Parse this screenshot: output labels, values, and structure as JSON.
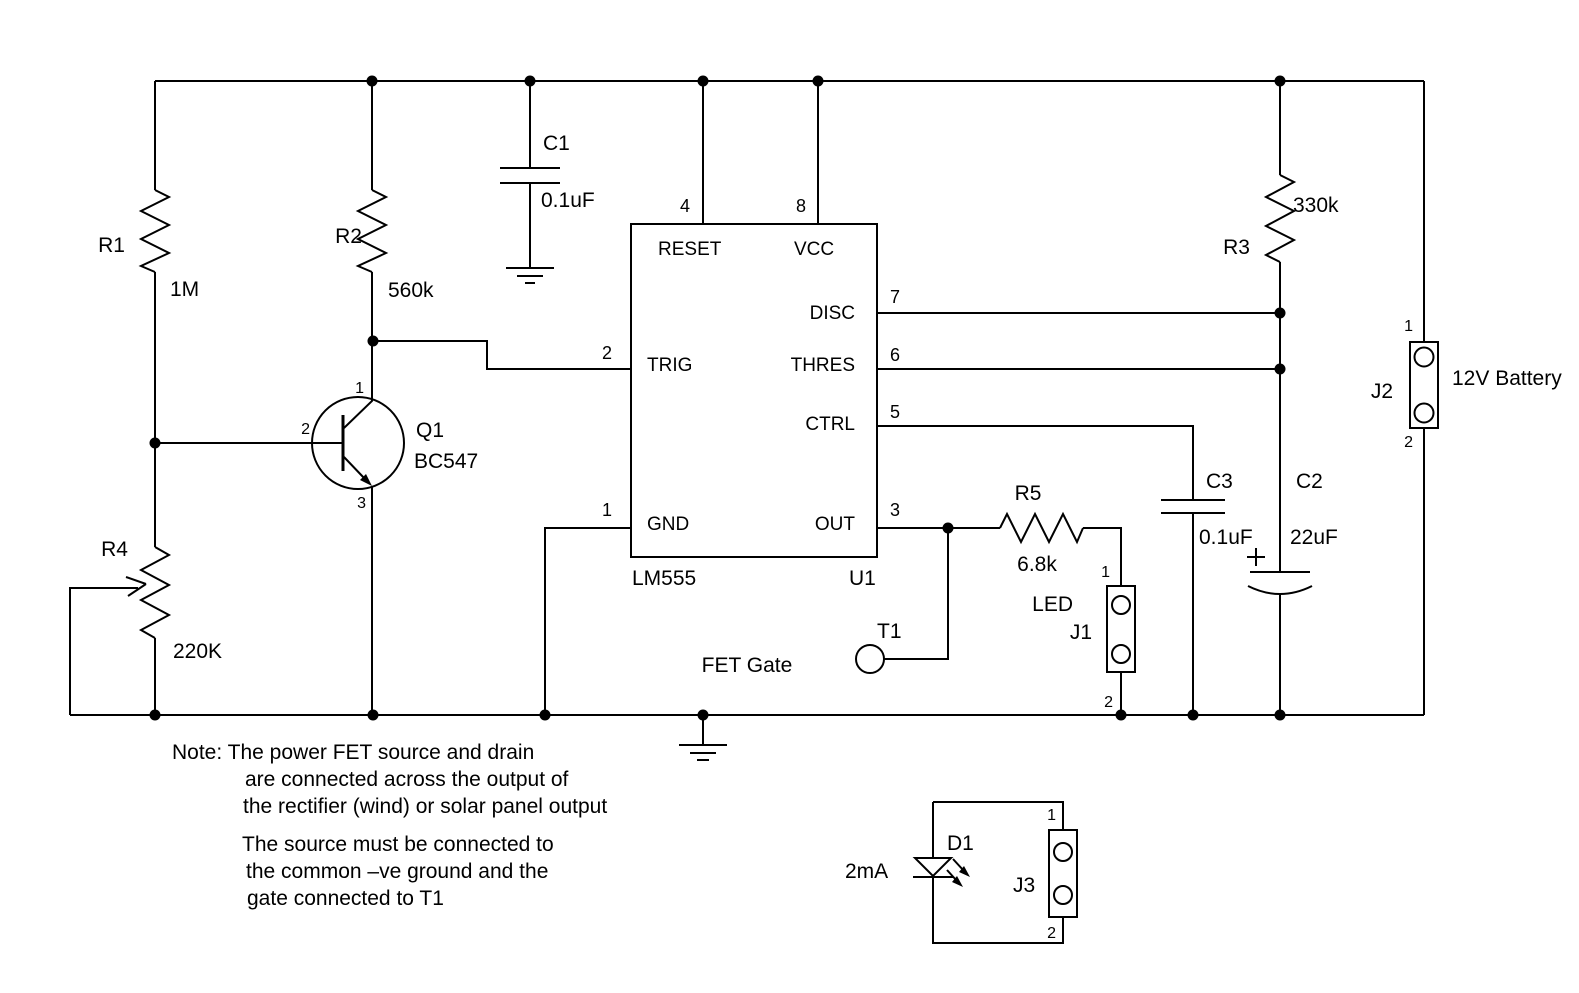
{
  "background": "#ffffff",
  "line_color": "#000000",
  "components": {
    "r1": {
      "ref": "R1",
      "value": "1M"
    },
    "r2": {
      "ref": "R2",
      "value": "560k"
    },
    "r3": {
      "ref": "R3",
      "value": "330k"
    },
    "r4": {
      "ref": "R4",
      "value": "220K"
    },
    "r5": {
      "ref": "R5",
      "value": "6.8k"
    },
    "c1": {
      "ref": "C1",
      "value": "0.1uF"
    },
    "c2": {
      "ref": "C2",
      "value": "22uF"
    },
    "c3": {
      "ref": "C3",
      "value": "0.1uF"
    },
    "q1": {
      "ref": "Q1",
      "part": "BC547",
      "pin1": "1",
      "pin2": "2",
      "pin3": "3"
    },
    "u1": {
      "ref": "U1",
      "part": "LM555",
      "pins": {
        "reset": {
          "num": "4",
          "name": "RESET"
        },
        "vcc": {
          "num": "8",
          "name": "VCC"
        },
        "disc": {
          "num": "7",
          "name": "DISC"
        },
        "thres": {
          "num": "6",
          "name": "THRES"
        },
        "ctrl": {
          "num": "5",
          "name": "CTRL"
        },
        "out": {
          "num": "3",
          "name": "OUT"
        },
        "trig": {
          "num": "2",
          "name": "TRIG"
        },
        "gnd": {
          "num": "1",
          "name": "GND"
        }
      }
    },
    "t1": {
      "ref": "T1",
      "caption": "FET Gate"
    },
    "j1": {
      "ref": "J1",
      "caption": "LED",
      "pin1": "1",
      "pin2": "2"
    },
    "j2": {
      "ref": "J2",
      "caption": "12V Battery",
      "pin1": "1",
      "pin2": "2"
    },
    "j3": {
      "ref": "J3",
      "pin1": "1",
      "pin2": "2"
    },
    "d1": {
      "ref": "D1",
      "caption": "2mA"
    }
  },
  "note": {
    "line1": "Note: The power FET source and drain",
    "line2": "are connected across the output of",
    "line3": "the rectifier (wind) or solar panel output",
    "line4": "The source must be connected to",
    "line5": "the common –ve ground and the",
    "line6": "gate connected to T1"
  }
}
